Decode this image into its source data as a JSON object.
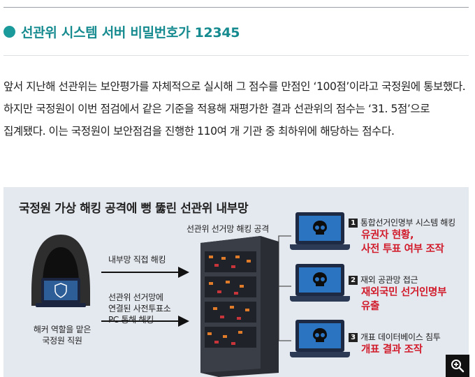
{
  "section": {
    "title": "선관위 시스템 서버 비밀번호가 12345"
  },
  "article": {
    "paragraph": "앞서 지난해 선관위는 보안평가를 자체적으로 실시해 그 점수를 만점인 ‘100점’이라고 국정원에 통보했다. 하지만 국정원이 이번 점검에서 같은 기준을 적용해 재평가한 결과 선관위의 점수는 ‘31. 5점’으로 집계됐다. 이는 국정원이 보안점검을 진행한 110여 개 기관 중 최하위에 해당하는 점수다."
  },
  "graphic": {
    "title": "국정원 가상 해킹 공격에 뻥 뚫린 선관위 내부망",
    "server_label": "선관위 선거망 해킹 공격",
    "hacker_caption_1": "해커 역할을 맡은",
    "hacker_caption_2": "국정원 직원",
    "arrow1_label": "내부망 직접 해킹",
    "arrow2_label_1": "선관위 선거망에",
    "arrow2_label_2": "연결된 사전투표소",
    "arrow2_label_3": "PC 통해 해킹",
    "items": [
      {
        "num": "1",
        "head": "통합선거인명부 시스템 해킹",
        "red1": "유권자 현황,",
        "red2": "사전 투표 여부 조작"
      },
      {
        "num": "2",
        "head": "재외 공관망 접근",
        "red1": "재외국민 선거인명부",
        "red2": "유출"
      },
      {
        "num": "3",
        "head": "개표 데이터베이스 침투",
        "red1": "개표 결과 조작",
        "red2": ""
      }
    ],
    "colors": {
      "accent": "#158a8f",
      "alert_red": "#d11a2a",
      "background": "#e4e8ef"
    }
  },
  "zoom": {
    "icon": "zoom-in-icon"
  }
}
